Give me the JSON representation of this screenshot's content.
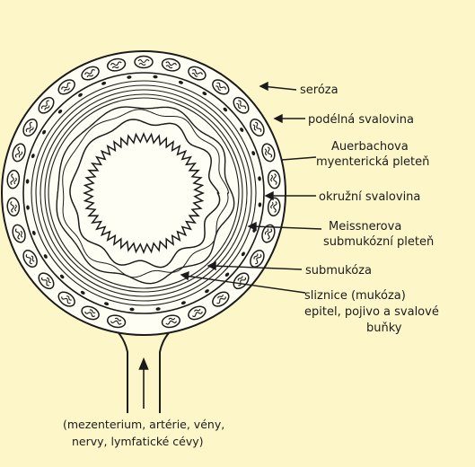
{
  "diagram": {
    "labels": {
      "seroza": "seróza",
      "podelna": "podélná svalovina",
      "auerbach_1": "Auerbachova",
      "auerbach_2": "myenterická pleteň",
      "okruzni": "okružní svalovina",
      "meissner_1": "Meissnerova",
      "meissner_2": "submukózní pleteň",
      "submukoza": "submukóza",
      "sliznice_1": "sliznice (mukóza)",
      "sliznice_2": "epitel, pojivo a svalové",
      "sliznice_3": "buňky",
      "mezenterium_1": "(mezenterium, artérie, vény,",
      "mezenterium_2": "nervy, lymfatické cévy)"
    },
    "colors": {
      "background": "#fdf6c9",
      "ink": "#1b1b1b"
    }
  }
}
